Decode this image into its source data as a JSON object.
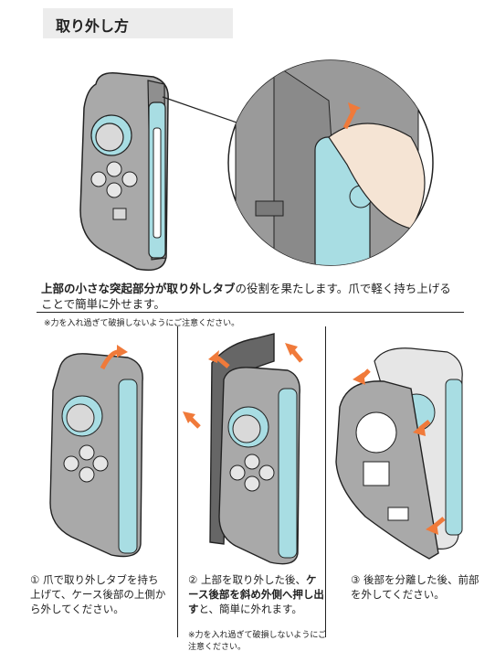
{
  "title": "取り外し方",
  "main": {
    "desc_bold": "上部の小さな突起部分が取り外しタブ",
    "desc_rest": "の役割を果たします。爪で軽く持ち上げることで簡単に外せます。",
    "note": "※力を入れ過ぎて破損しないようにご注意ください。"
  },
  "steps": [
    {
      "num": "①",
      "text": "爪で取り外しタブを持ち上げて、ケース後部の上側から外してください。"
    },
    {
      "num": "②",
      "text_pre": "上部を取り外した後、",
      "text_bold": "ケース後部を斜め外側へ押し出す",
      "text_post": "と、簡単に外れます。",
      "note": "※力を入れ過ぎて破損しないようにご注意ください。"
    },
    {
      "num": "③",
      "text": "後部を分離した後、前部を外してください。"
    }
  ],
  "colors": {
    "case_gray": "#a9a9a9",
    "accent_blue": "#a8dde3",
    "arrow_orange": "#f07a3a",
    "title_bg": "#ececec"
  }
}
